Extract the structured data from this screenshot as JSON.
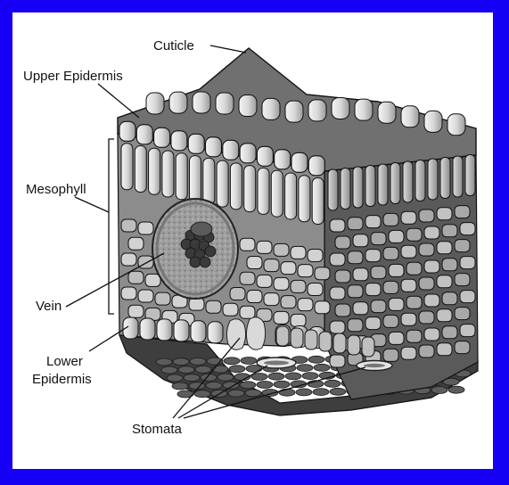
{
  "diagram": {
    "labels": {
      "cuticle": "Cuticle",
      "upper_epidermis": "Upper Epidermis",
      "mesophyll": "Mesophyll",
      "vein": "Vein",
      "lower_epidermis_1": "Lower",
      "lower_epidermis_2": "Epidermis",
      "stomata": "Stomata"
    },
    "colors": {
      "border": "#1500f5",
      "background": "#ffffff",
      "cuticle": "#6e6e6e",
      "palisade_cell": "#e8e8e8",
      "spongy_cell": "#c4c4c4",
      "dark_tissue": "#4a4a4a"
    }
  }
}
